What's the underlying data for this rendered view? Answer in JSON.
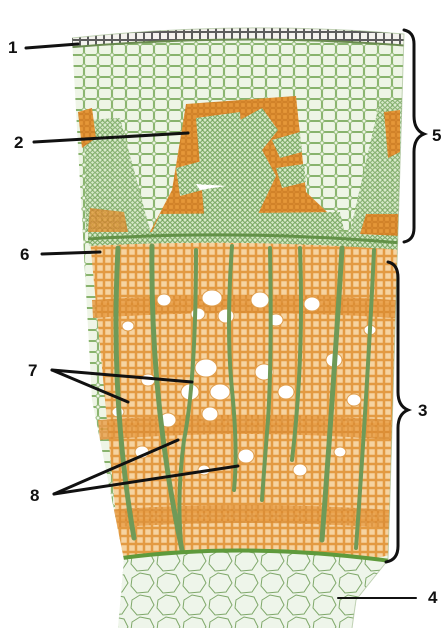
{
  "diagram": {
    "labels": [
      {
        "id": "l1",
        "text": "1"
      },
      {
        "id": "l2",
        "text": "2"
      },
      {
        "id": "l3",
        "text": "3"
      },
      {
        "id": "l4",
        "text": "4"
      },
      {
        "id": "l5",
        "text": "5"
      },
      {
        "id": "l6",
        "text": "6"
      },
      {
        "id": "l7",
        "text": "7"
      },
      {
        "id": "l8",
        "text": "8"
      }
    ],
    "colors": {
      "cell_green": "#5f9a3c",
      "cell_fill_light": "#eef5e8",
      "xylem_orange": "#e8a24a",
      "xylem_light": "#f4c88a",
      "ray_green": "#6d9a55",
      "pith_fill": "#e6f0e2",
      "cork_dark": "#555555",
      "leader": "#111111"
    },
    "icons": [
      "tissue-cross-section"
    ]
  }
}
